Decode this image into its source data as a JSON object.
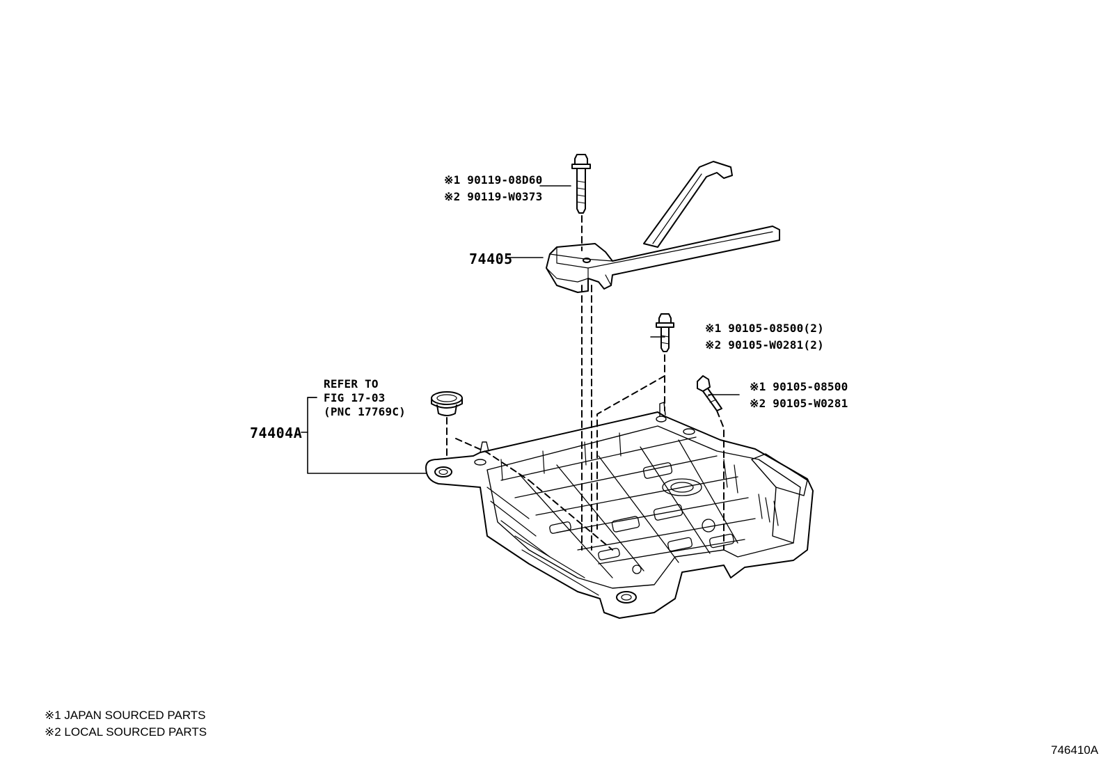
{
  "callouts": {
    "top_bolt": {
      "line1": "※1 90119-08D60",
      "line2": "※2 90119-W0373"
    },
    "bracket": "74405",
    "center_bolt": {
      "line1": "※1 90105-08500(2)",
      "line2": "※2 90105-W0281(2)"
    },
    "right_bolt": {
      "line1": "※1 90105-08500",
      "line2": "※2 90105-W0281"
    },
    "refer": {
      "line1": "REFER TO",
      "line2": "FIG 17-03",
      "line3": "(PNC 17769C)"
    },
    "tray": "74404A"
  },
  "legend": {
    "note1": "※1 JAPAN SOURCED PARTS",
    "note2": "※2 LOCAL SOURCED PARTS"
  },
  "figure_code": "746410A",
  "colors": {
    "ink": "#000000",
    "paper": "#ffffff"
  }
}
